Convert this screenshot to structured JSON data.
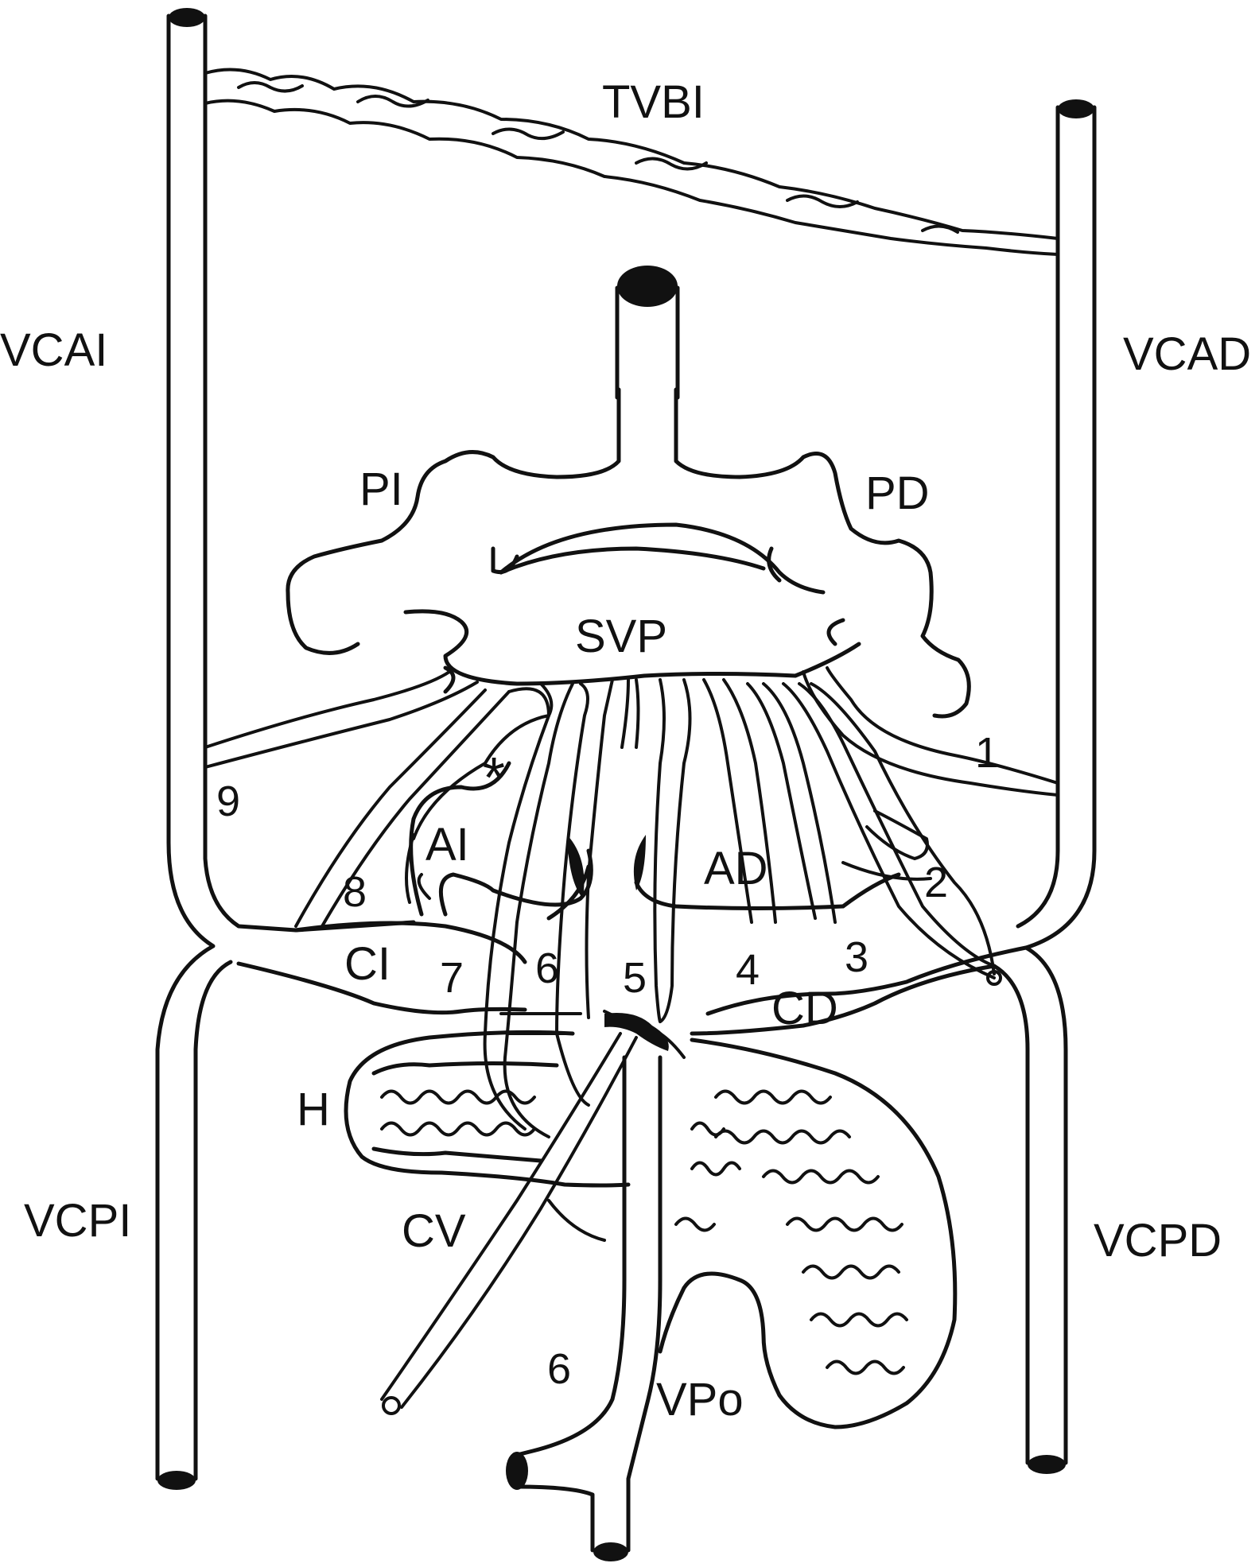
{
  "labels": {
    "tvbi": "TVBI",
    "vcai": "VCAI",
    "vcad": "VCAD",
    "pi": "PI",
    "pd": "PD",
    "svp": "SVP",
    "asterisk": "*",
    "ai": "AI",
    "ad": "AD",
    "ci": "CI",
    "cd": "CD",
    "h": "H",
    "cv": "CV",
    "vcpi": "VCPI",
    "vcpd": "VCPD",
    "vpo": "VPo",
    "n1": "1",
    "n2": "2",
    "n3": "3",
    "n4": "4",
    "n5": "5",
    "n6": "6",
    "n6b": "6",
    "n7": "7",
    "n8": "8",
    "n9": "9"
  },
  "colors": {
    "line": "#111111",
    "background": "#ffffff"
  }
}
